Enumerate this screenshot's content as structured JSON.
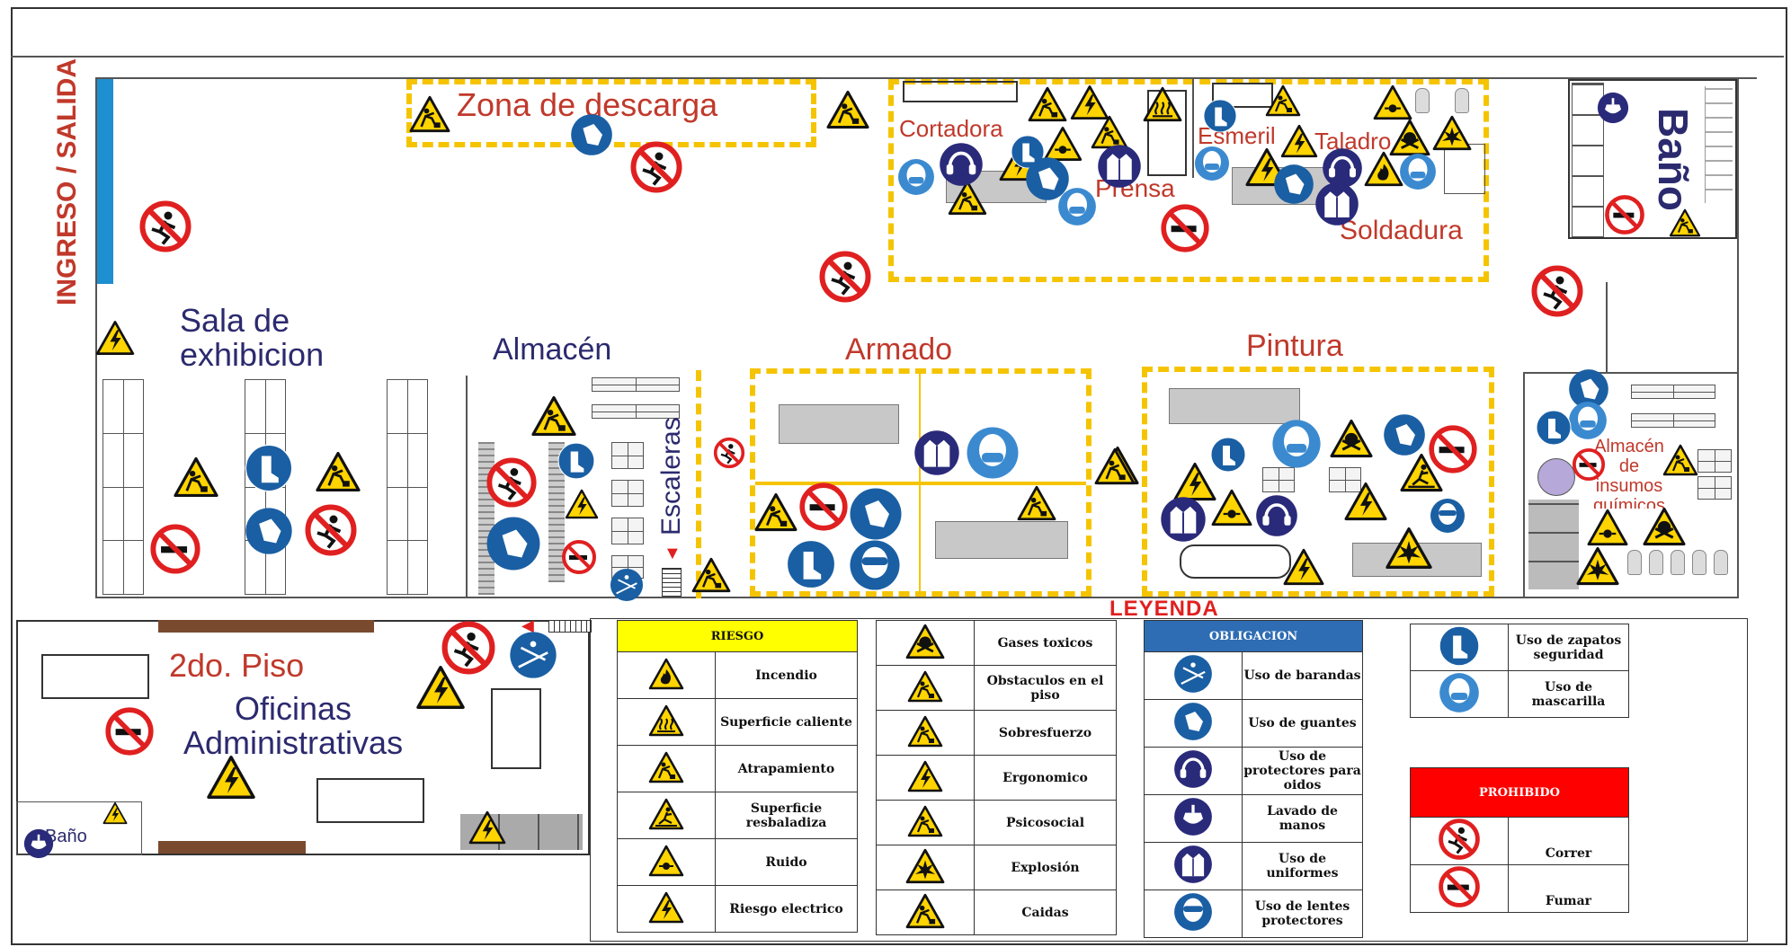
{
  "map": {
    "entrance_label": "INGRESO / SALIDA",
    "zones": {
      "descarga": "Zona de descarga",
      "cortadora": "Cortadora",
      "prensa": "Prensa",
      "esmeril": "Esmeril",
      "taladro": "Taladro",
      "soldadura": "Soldadura",
      "bano_top": "Baño",
      "sala_exhibicion": "Sala de\nexhibicion",
      "almacen": "Almacén",
      "escaleras": "Escaleras",
      "armado": "Armado",
      "pintura": "Pintura",
      "almacen_insumos": "Almacén de insumos químicos",
      "segundo_piso": "2do. Piso",
      "oficinas": "Oficinas\nAdministrativas",
      "bano_bottom": "Baño"
    }
  },
  "legend": {
    "title": "LEYENDA",
    "riesgo": {
      "header": "RIESGO",
      "header_color": "#ffff00",
      "items": [
        {
          "label": "Incendio",
          "icon": "fire-warning-icon"
        },
        {
          "label": "Superficie caliente",
          "icon": "hot-surface-warning-icon"
        },
        {
          "label": "Atrapamiento",
          "icon": "entrapment-warning-icon"
        },
        {
          "label": "Superficie resbaladiza",
          "icon": "slippery-surface-warning-icon"
        },
        {
          "label": "Ruido",
          "icon": "noise-warning-icon"
        },
        {
          "label": "Riesgo electrico",
          "icon": "electrical-warning-icon"
        }
      ]
    },
    "riesgo2": {
      "items": [
        {
          "label": "Gases toxicos",
          "icon": "toxic-gas-warning-icon"
        },
        {
          "label": "Obstaculos en el piso",
          "icon": "floor-obstacle-warning-icon"
        },
        {
          "label": "Sobresfuerzo",
          "icon": "overexertion-warning-icon"
        },
        {
          "label": "Ergonomico",
          "icon": "ergonomic-warning-icon"
        },
        {
          "label": "Psicosocial",
          "icon": "psychosocial-warning-icon"
        },
        {
          "label": "Explosión",
          "icon": "explosion-warning-icon"
        },
        {
          "label": "Caidas",
          "icon": "fall-warning-icon"
        }
      ]
    },
    "obligacion": {
      "header": "OBLIGACION",
      "header_color": "#2e6db4",
      "items": [
        {
          "label": "Uso de barandas",
          "icon": "handrail-mandatory-icon"
        },
        {
          "label": "Uso de guantes",
          "icon": "gloves-mandatory-icon"
        },
        {
          "label": "Uso de protectores para oidos",
          "icon": "ear-protection-mandatory-icon"
        },
        {
          "label": "Lavado de manos",
          "icon": "hand-washing-mandatory-icon"
        },
        {
          "label": "Uso de uniformes",
          "icon": "uniform-mandatory-icon"
        },
        {
          "label": "Uso de lentes protectores",
          "icon": "goggles-mandatory-icon"
        }
      ]
    },
    "obligacion2": {
      "items": [
        {
          "label": "Uso de zapatos seguridad",
          "icon": "safety-boots-mandatory-icon"
        },
        {
          "label": "Uso de mascarilla",
          "icon": "mask-mandatory-icon"
        }
      ]
    },
    "prohibido": {
      "header": "PROHIBIDO",
      "header_color": "#ff0000",
      "items": [
        {
          "label": "Correr",
          "icon": "no-running-icon"
        },
        {
          "label": "Fumar",
          "icon": "no-smoking-icon"
        }
      ]
    }
  },
  "colors": {
    "zone_red": "#c0392b",
    "zone_navy": "#2c2a6e",
    "safety_yellow": "#f5c400",
    "mandatory_blue": "#1a5fa3",
    "prohibited_red": "#e02020"
  }
}
